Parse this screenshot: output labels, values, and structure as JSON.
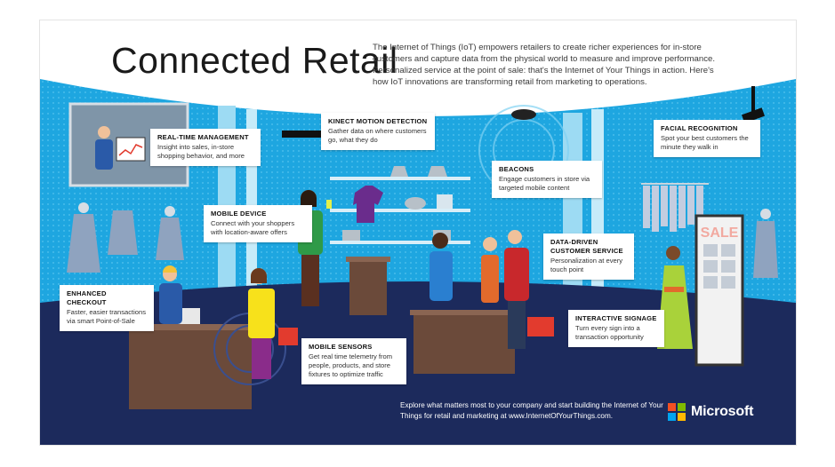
{
  "title": "Connected Retail",
  "intro": "The Internet of Things (IoT) empowers retailers to create richer experiences for in-store customers and capture data from the physical world to measure and improve performance. Personalized service at the point of sale: that's the Internet of Your Things in action. Here's how IoT innovations are transforming retail from marketing to operations.",
  "callouts": [
    {
      "title": "REAL-TIME MANAGEMENT",
      "body": "Insight into sales, in-store shopping behavior, and more"
    },
    {
      "title": "KINECT MOTION DETECTION",
      "body": "Gather data on where customers go, what they do"
    },
    {
      "title": "FACIAL RECOGNITION",
      "body": "Spot your best customers the minute they walk in"
    },
    {
      "title": "BEACONS",
      "body": "Engage customers in store via targeted mobile content"
    },
    {
      "title": "MOBILE DEVICE",
      "body": "Connect with your shoppers with location-aware offers"
    },
    {
      "title": "DATA-DRIVEN CUSTOMER SERVICE",
      "body": "Personalization at every touch point"
    },
    {
      "title": "ENHANCED CHECKOUT",
      "body": "Faster, easier transactions via smart Point-of-Sale"
    },
    {
      "title": "INTERACTIVE SIGNAGE",
      "body": "Turn every sign into a transaction opportunity"
    },
    {
      "title": "MOBILE SENSORS",
      "body": "Get real time telemetry from people, products, and store fixtures to optimize traffic"
    }
  ],
  "sign_text": "SALE",
  "footer": "Explore what matters most to your company and start building the Internet of Your Things for retail and marketing at www.InternetOfYourThings.com.",
  "brand": {
    "name": "Microsoft",
    "colors": [
      "#f25022",
      "#7fba00",
      "#00a4ef",
      "#ffb900"
    ]
  },
  "colors": {
    "wall": "#1ea6e0",
    "floor": "#1c2a5c",
    "counter": "#6b4a3a"
  }
}
